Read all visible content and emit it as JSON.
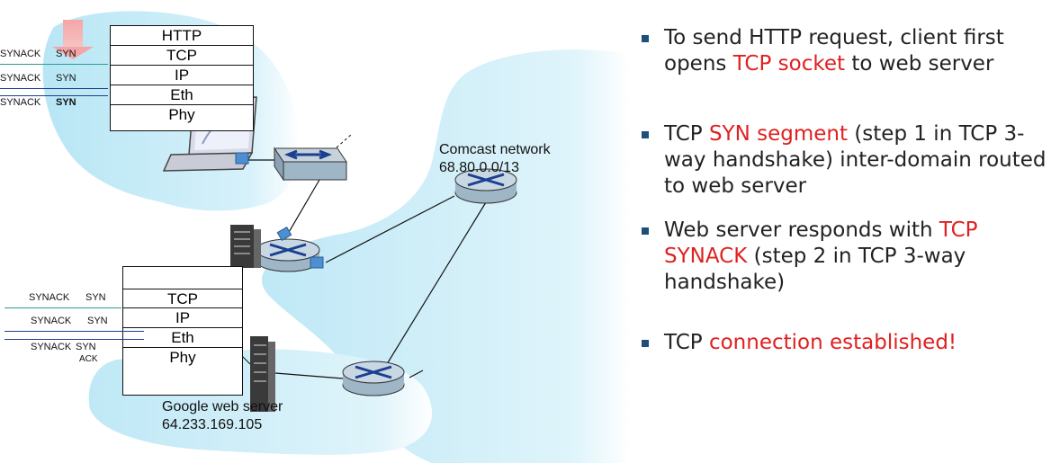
{
  "client_stack": [
    "HTTP",
    "TCP",
    "IP",
    "Eth",
    "Phy"
  ],
  "server_stack": [
    "TCP",
    "IP",
    "Eth",
    "Phy"
  ],
  "client_packets": [
    {
      "left": "SYNACK",
      "right": "SYN"
    },
    {
      "left": "SYNACK",
      "right": "SYN"
    },
    {
      "left": "SYNACK",
      "right": "SYN"
    }
  ],
  "server_packets": [
    {
      "left": "SYNACK",
      "right": "SYN"
    },
    {
      "left": "SYNACK",
      "right": "SYN"
    },
    {
      "left": "SYNACK",
      "right": "SYN"
    }
  ],
  "server_packet_extra": "ACK",
  "comcast": {
    "name": "Comcast network",
    "prefix": "68.80.0.0/13"
  },
  "google": {
    "name": "Google web server",
    "ip": "64.233.169.105"
  },
  "bullets": [
    {
      "before": "To send HTTP request, client first opens ",
      "highlight": "TCP socket",
      "after": " to web server"
    },
    {
      "before": "TCP ",
      "highlight": "SYN segment",
      "after": " (step 1 in TCP 3-way handshake) inter-domain routed to web server"
    },
    {
      "before": "Web server responds with ",
      "highlight": "TCP SYNACK",
      "after": " (step 2 in TCP 3-way handshake)"
    },
    {
      "before": "TCP ",
      "highlight": "connection established!",
      "after": ""
    }
  ],
  "colors": {
    "cloud": "#c9ecf7",
    "highlight": "#e02020",
    "bullet": "#1f4e79",
    "router": "#9fb6c6",
    "router_arrow": "#1c3f8f"
  }
}
